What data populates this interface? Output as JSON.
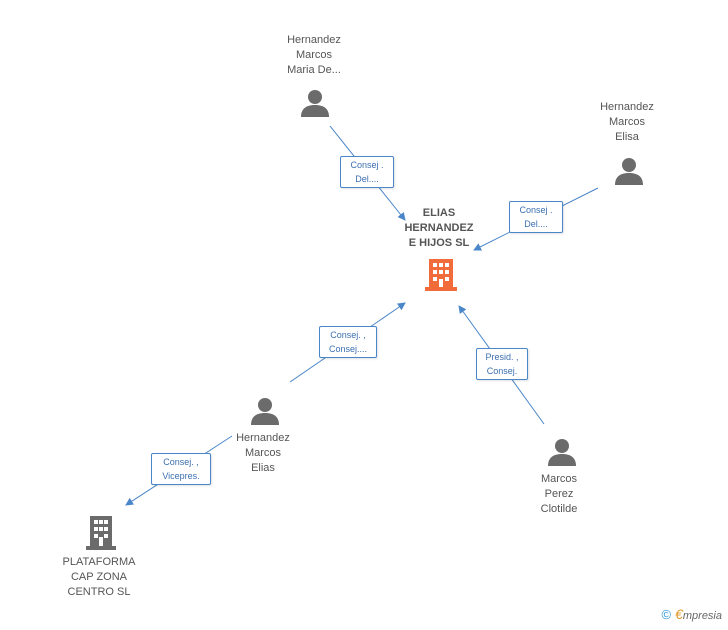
{
  "colors": {
    "edge": "#4a86c8",
    "person": "#6b6b6b",
    "company_main": "#f26b3a",
    "company_other": "#6b6b6b"
  },
  "nodes": {
    "main_company": {
      "label": "ELIAS\nHERNANDEZ\nE HIJOS SL",
      "icon": "building-icon"
    },
    "person_maria": {
      "label": "Hernandez\nMarcos\nMaria De...",
      "icon": "person-icon"
    },
    "person_elisa": {
      "label": "Hernandez\nMarcos\nElisa",
      "icon": "person-icon"
    },
    "person_elias": {
      "label": "Hernandez\nMarcos\nElias",
      "icon": "person-icon"
    },
    "person_clotilde": {
      "label": "Marcos\nPerez\nClotilde",
      "icon": "person-icon"
    },
    "company_plataforma": {
      "label": "PLATAFORMA\nCAP ZONA\nCENTRO  SL",
      "icon": "building-icon"
    }
  },
  "edges": {
    "maria_to_main": "Consej .\nDel....",
    "elisa_to_main": "Consej .\nDel....",
    "elias_to_main": "Consej. ,\nConsej....",
    "clotilde_to_main": "Presid. ,\nConsej.",
    "elias_to_plataforma": "Consej. ,\nVicepres."
  },
  "footer": {
    "copyright": "©",
    "brand_initial": "€",
    "brand_rest": "mpresia"
  }
}
